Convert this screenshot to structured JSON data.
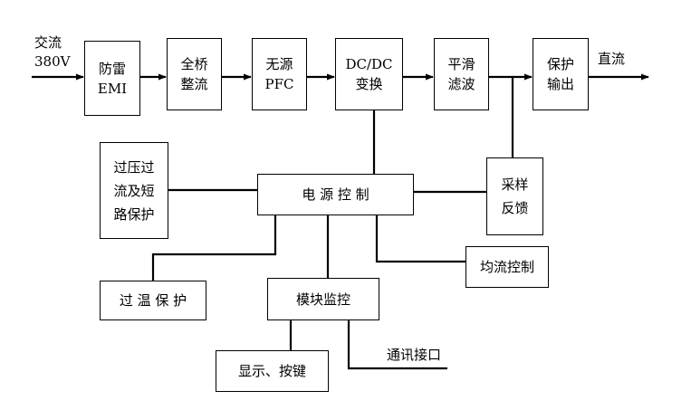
{
  "input_label": {
    "line1": "交流",
    "line2": "380V"
  },
  "output_label": "直流",
  "comm_label": "通讯接口",
  "blocks": {
    "emi": [
      "防雷",
      "EMI"
    ],
    "rectifier": [
      "全桥",
      "整流"
    ],
    "pfc": [
      "无源",
      "PFC"
    ],
    "dcdc": [
      "DC/DC",
      "变换"
    ],
    "filter": [
      "平滑",
      "滤波"
    ],
    "output": [
      "保护",
      "输出"
    ],
    "protection": [
      "过压过",
      "流及短",
      "路保护"
    ],
    "feedback": [
      "采样",
      "反馈"
    ],
    "power_control": "电 源 控 制",
    "current_share": "均流控制",
    "temp_protect": "过 温 保 护",
    "monitor": "模块监控",
    "display": "显示、按键"
  }
}
